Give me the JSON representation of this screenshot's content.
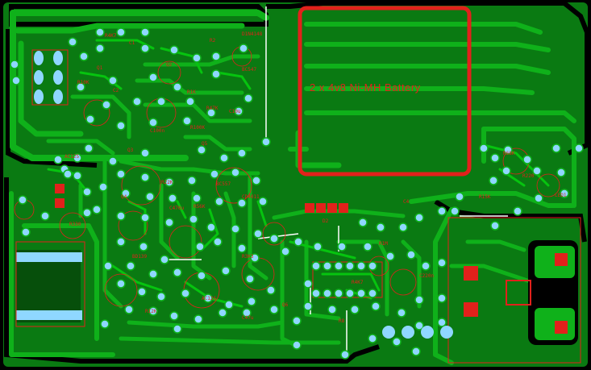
{
  "board": {
    "battery_label": "2 x 4v8 Ni-MH Battery",
    "colors": {
      "substrate": "#0a7a12",
      "copper": "#0fb11a",
      "trace": "#06c40f",
      "ground_gap": "#000000",
      "pad": "#8fd7ff",
      "silkscreen": "#e2211b",
      "jumper": "#ffffff"
    },
    "silkscreen_labels": [
      "R4K7",
      "C1",
      "R2",
      "D1N4148",
      "Q1",
      "R10K",
      "C2",
      "Q2",
      "BC547",
      "R1K",
      "R47K",
      "C100n",
      "R100K",
      "AC125",
      "Q3",
      "R22K",
      "Q4",
      "BC557",
      "CD4011",
      "R4K7",
      "C10u",
      "R330",
      "Q5",
      "BD139",
      "R3K3",
      "R56K",
      "C470u",
      "D2",
      "R1M",
      "C220n",
      "R68K",
      "R220",
      "LED1",
      "R15K",
      "C4",
      "R8",
      "Q6",
      "R12K",
      "AC126",
      "C47u"
    ]
  }
}
